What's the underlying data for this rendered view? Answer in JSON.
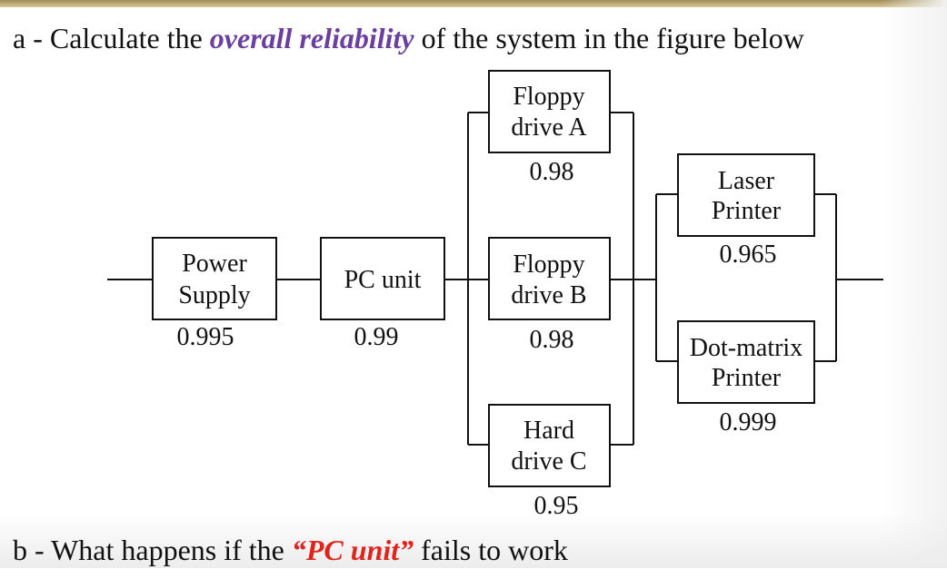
{
  "heading": {
    "prefix": "a - Calculate the ",
    "highlight": "overall reliability",
    "suffix": " of the system in the figure below",
    "highlight_color": "#6b3fa0"
  },
  "question_b": {
    "prefix": "b - What happens if the ",
    "highlight": "“PC unit”",
    "suffix": " fails to work",
    "highlight_color": "#e0241c"
  },
  "components": {
    "power_supply": {
      "line1": "Power",
      "line2": "Supply",
      "reliability": "0.995"
    },
    "pc_unit": {
      "line1": "PC unit",
      "reliability": "0.99"
    },
    "floppy_a": {
      "line1": "Floppy",
      "line2": "drive A",
      "reliability": "0.98"
    },
    "floppy_b": {
      "line1": "Floppy",
      "line2": "drive B",
      "reliability": "0.98"
    },
    "hard_drive_c": {
      "line1": "Hard",
      "line2": "drive C",
      "reliability": "0.95"
    },
    "laser_printer": {
      "line1": "Laser",
      "line2": "Printer",
      "reliability": "0.965"
    },
    "dot_matrix_printer": {
      "line1": "Dot-matrix",
      "line2": "Printer",
      "reliability": "0.999"
    }
  }
}
